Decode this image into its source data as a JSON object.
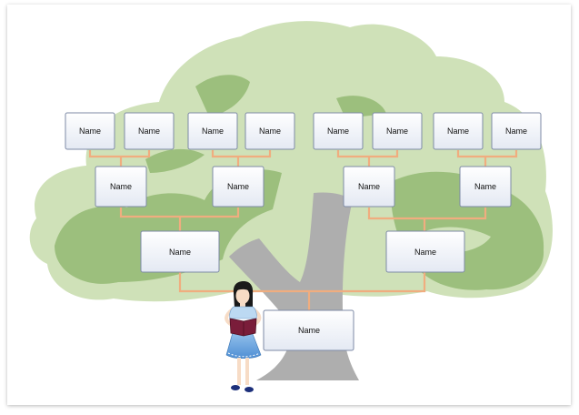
{
  "tree": {
    "box_label": "Name",
    "colors": {
      "canopy_light": "#cfe1b8",
      "canopy_dark": "#9cbf7d",
      "trunk": "#aeaeae",
      "connector": "#f0ad7f",
      "box_fill_top": "#ffffff",
      "box_fill_bottom": "#e4e9f3",
      "box_border": "#7d8aa6"
    },
    "root": "Name",
    "parents": [
      "Name",
      "Name"
    ],
    "grandparents": [
      "Name",
      "Name",
      "Name",
      "Name"
    ],
    "great_grandparents": [
      "Name",
      "Name",
      "Name",
      "Name",
      "Name",
      "Name",
      "Name",
      "Name"
    ]
  },
  "figure": {
    "icon": "girl-reading-book-icon"
  }
}
